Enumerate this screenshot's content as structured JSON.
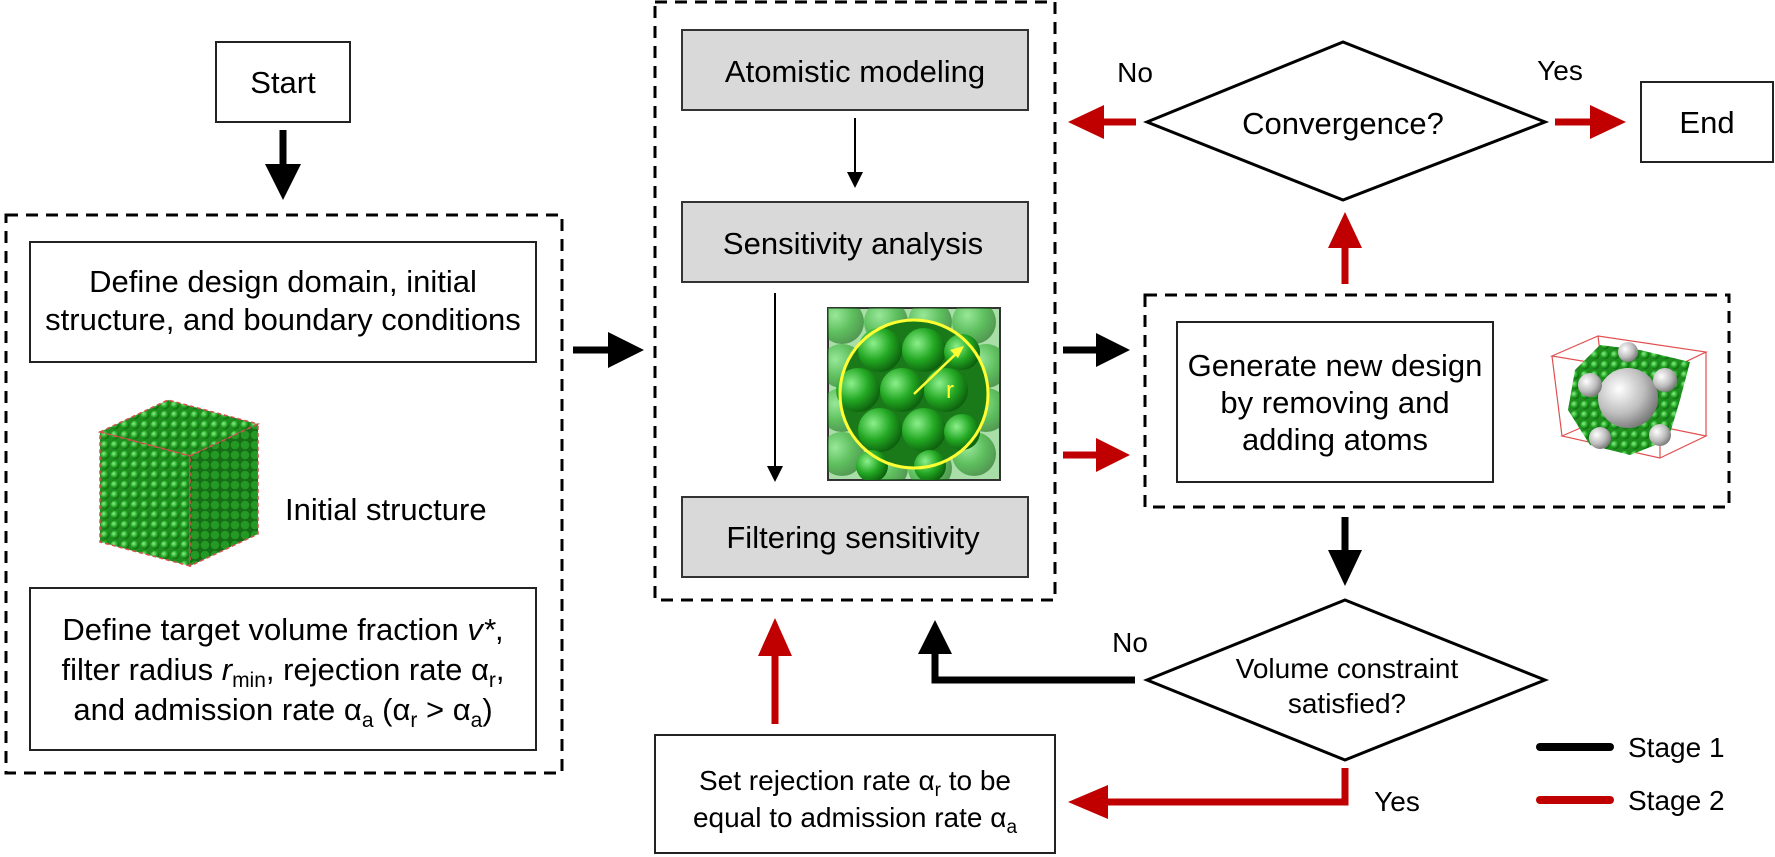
{
  "nodes": {
    "start": "Start",
    "end": "End",
    "define_domain": [
      "Define design domain, initial",
      "structure, and boundary conditions"
    ],
    "initial_structure": "Initial structure",
    "define_target": {
      "line1_pre": "Define target volume fraction ",
      "line1_var": "v*",
      "line1_post": ",",
      "line2_pre": "filter radius ",
      "line2_var": "r",
      "line2_sub": "min",
      "line2_post": ", rejection rate ",
      "line2_alpha": "α",
      "line2_alpha_sub": "r",
      "line2_end": ",",
      "line3_pre": "and admission rate ",
      "line3_alpha": "α",
      "line3_alpha_sub": "a",
      "line3_mid": " (",
      "line3_a1": "α",
      "line3_a1_sub": "r",
      "line3_gt": " > ",
      "line3_a2": "α",
      "line3_a2_sub": "a",
      "line3_end": ")"
    },
    "atomistic_modeling": "Atomistic modeling",
    "sensitivity_analysis": "Sensitivity analysis",
    "filtering_sensitivity": "Filtering sensitivity",
    "filter_radius_label": "r",
    "convergence": "Convergence?",
    "generate_design": [
      "Generate new design",
      "by removing and",
      "adding atoms"
    ],
    "volume_constraint": [
      "Volume constraint",
      "satisfied?"
    ],
    "set_rejection": {
      "line1_pre": "Set rejection rate ",
      "line1_alpha": "α",
      "line1_alpha_sub": "r",
      "line1_post": " to be",
      "line2_pre": "equal to admission rate ",
      "line2_alpha": "α",
      "line2_alpha_sub": "a"
    }
  },
  "edge_labels": {
    "convergence_no": "No",
    "convergence_yes": "Yes",
    "volume_no": "No",
    "volume_yes": "Yes"
  },
  "legend": [
    {
      "label": "Stage 1",
      "color": "#000000"
    },
    {
      "label": "Stage 2",
      "color": "#c00000"
    }
  ],
  "colors": {
    "stage1": "#000000",
    "stage2": "#c00000",
    "process_fill": "#d9d9d9",
    "atom_green": "#2db52d",
    "filter_circle": "#ffff33"
  },
  "icons": {
    "initial_cube": "green-atom-cube",
    "filter_lattice": "atom-lattice-filter-circle",
    "design_cluster": "optimized-atom-cluster"
  }
}
